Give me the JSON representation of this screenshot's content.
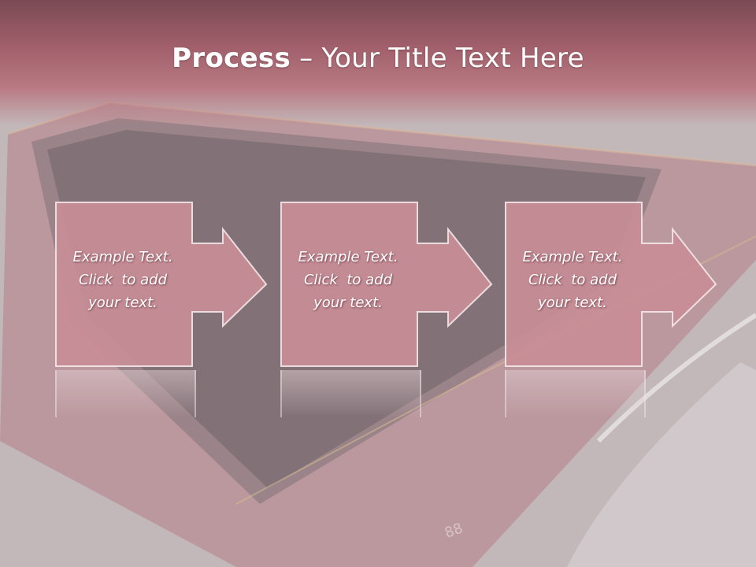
{
  "slide": {
    "title_bold": "Process",
    "title_rest": " – Your Title Text Here"
  },
  "steps": [
    {
      "line1": "Example Text.",
      "line2": "Click  to add",
      "line3": "your text."
    },
    {
      "line1": "Example Text.",
      "line2": "Click  to add",
      "line3": "your text."
    },
    {
      "line1": "Example Text.",
      "line2": "Click  to add",
      "line3": "your text."
    }
  ],
  "colors": {
    "box_fill": "#c98e97",
    "box_stroke": "#f4e6e8",
    "header_top": "#7a4a54",
    "header_mid": "#b97a84"
  },
  "background_image": "barge-photo"
}
